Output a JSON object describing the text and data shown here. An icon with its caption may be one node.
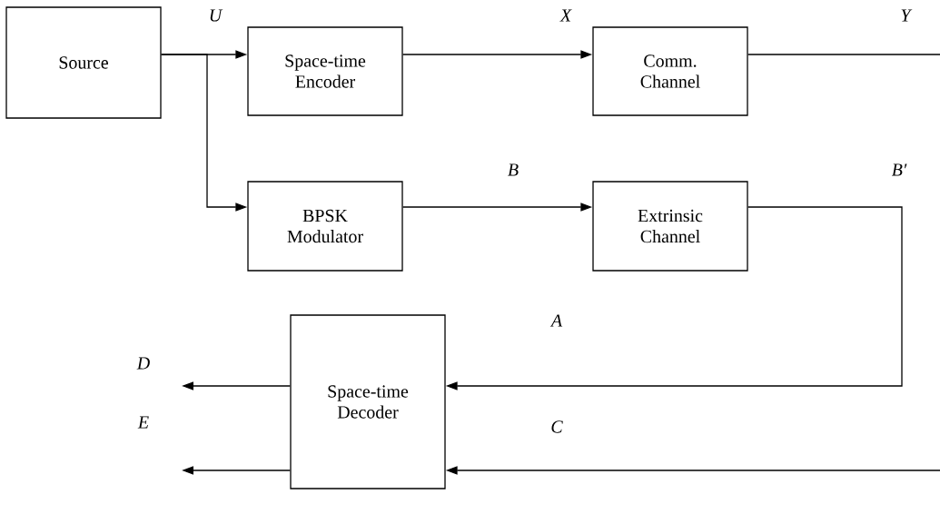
{
  "diagram": {
    "nodes": [
      {
        "text": [
          "Source"
        ]
      },
      {
        "text": [
          "Space-time Encoder"
        ]
      },
      {
        "text": [
          "Comm. Channel"
        ]
      },
      {
        "text": [
          "BPSK Modulator"
        ]
      },
      {
        "text": [
          "Extrinsic Channel"
        ]
      },
      {
        "text": [
          "Space-time Decoder"
        ]
      }
    ],
    "edges": [
      {
        "from": 0,
        "to": 1,
        "arrow": "to",
        "label": "U"
      },
      {
        "from": 0,
        "to": 3,
        "arrow": "to"
      },
      {
        "from": 1,
        "to": 2,
        "arrow": "to",
        "label": "X"
      },
      {
        "from": 2,
        "to": null,
        "arrow": "none",
        "label": "Y"
      },
      {
        "from": 3,
        "to": 4,
        "arrow": "to",
        "label": "B"
      },
      {
        "from": 4,
        "to": 5,
        "arrow": "to",
        "label": "B′"
      },
      {
        "from": null,
        "to": 5,
        "arrow": "to",
        "label": "C"
      },
      {
        "from": 5,
        "to": null,
        "arrow": "to",
        "label": "D"
      },
      {
        "from": 5,
        "to": null,
        "arrow": "to",
        "label": "E"
      }
    ],
    "labels": [
      "A"
    ]
  }
}
